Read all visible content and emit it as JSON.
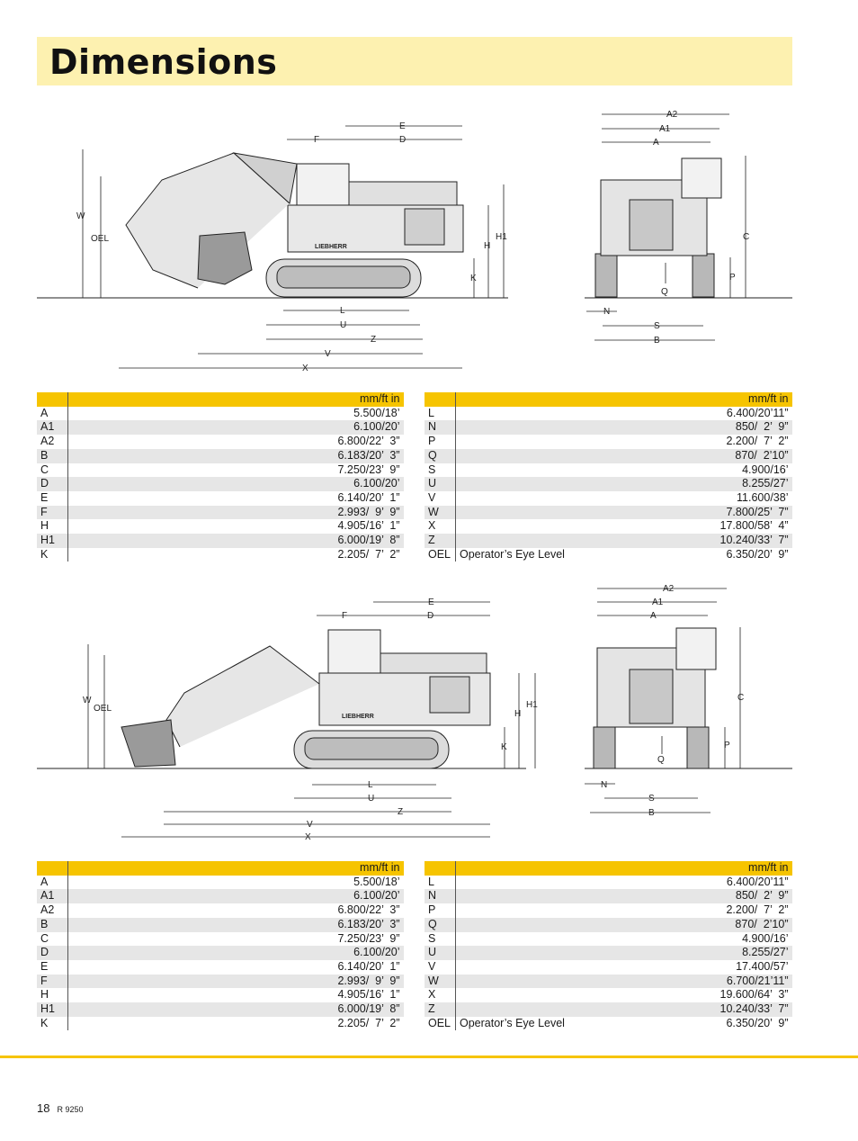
{
  "page_title": "Dimensions",
  "drawing_labels": [
    "A2",
    "A1",
    "A",
    "C",
    "P",
    "Q",
    "N",
    "S",
    "B",
    "E",
    "F",
    "D",
    "W",
    "OEL",
    "H1",
    "H",
    "K",
    "L",
    "U",
    "Z",
    "V",
    "X"
  ],
  "brand_mark": "LIEBHERR",
  "tables": {
    "backhoe_left": {
      "unit_header": "mm/ft in",
      "rows": [
        {
          "key": "A",
          "desc": "",
          "value": "5.500/18’"
        },
        {
          "key": "A1",
          "desc": "",
          "value": "6.100/20’"
        },
        {
          "key": "A2",
          "desc": "",
          "value": "6.800/22’  3”"
        },
        {
          "key": "B",
          "desc": "",
          "value": "6.183/20’  3”"
        },
        {
          "key": "C",
          "desc": "",
          "value": "7.250/23’  9”"
        },
        {
          "key": "D",
          "desc": "",
          "value": "6.100/20’"
        },
        {
          "key": "E",
          "desc": "",
          "value": "6.140/20’  1”"
        },
        {
          "key": "F",
          "desc": "",
          "value": "2.993/  9’  9”"
        },
        {
          "key": "H",
          "desc": "",
          "value": "4.905/16’  1”"
        },
        {
          "key": "H1",
          "desc": "",
          "value": "6.000/19’  8”"
        },
        {
          "key": "K",
          "desc": "",
          "value": "2.205/  7’  2”"
        }
      ]
    },
    "backhoe_right": {
      "unit_header": "mm/ft in",
      "rows": [
        {
          "key": "L",
          "desc": "",
          "value": "6.400/20’11”"
        },
        {
          "key": "N",
          "desc": "",
          "value": "850/  2’  9”"
        },
        {
          "key": "P",
          "desc": "",
          "value": "2.200/  7’  2”"
        },
        {
          "key": "Q",
          "desc": "",
          "value": "870/  2’10”"
        },
        {
          "key": "S",
          "desc": "",
          "value": "4.900/16’"
        },
        {
          "key": "U",
          "desc": "",
          "value": "8.255/27’"
        },
        {
          "key": "V",
          "desc": "",
          "value": "11.600/38’"
        },
        {
          "key": "W",
          "desc": "",
          "value": "7.800/25’  7”"
        },
        {
          "key": "X",
          "desc": "",
          "value": "17.800/58’  4”"
        },
        {
          "key": "Z",
          "desc": "",
          "value": "10.240/33’  7”"
        },
        {
          "key": "OEL",
          "desc": "Operator’s Eye Level",
          "value": "6.350/20’  9”"
        }
      ]
    },
    "shovel_left": {
      "unit_header": "mm/ft in",
      "rows": [
        {
          "key": "A",
          "desc": "",
          "value": "5.500/18’"
        },
        {
          "key": "A1",
          "desc": "",
          "value": "6.100/20’"
        },
        {
          "key": "A2",
          "desc": "",
          "value": "6.800/22’  3”"
        },
        {
          "key": "B",
          "desc": "",
          "value": "6.183/20’  3”"
        },
        {
          "key": "C",
          "desc": "",
          "value": "7.250/23’  9”"
        },
        {
          "key": "D",
          "desc": "",
          "value": "6.100/20’"
        },
        {
          "key": "E",
          "desc": "",
          "value": "6.140/20’  1”"
        },
        {
          "key": "F",
          "desc": "",
          "value": "2.993/  9’  9”"
        },
        {
          "key": "H",
          "desc": "",
          "value": "4.905/16’  1”"
        },
        {
          "key": "H1",
          "desc": "",
          "value": "6.000/19’  8”"
        },
        {
          "key": "K",
          "desc": "",
          "value": "2.205/  7’  2”"
        }
      ]
    },
    "shovel_right": {
      "unit_header": "mm/ft in",
      "rows": [
        {
          "key": "L",
          "desc": "",
          "value": "6.400/20’11”"
        },
        {
          "key": "N",
          "desc": "",
          "value": "850/  2’  9”"
        },
        {
          "key": "P",
          "desc": "",
          "value": "2.200/  7’  2”"
        },
        {
          "key": "Q",
          "desc": "",
          "value": "870/  2’10”"
        },
        {
          "key": "S",
          "desc": "",
          "value": "4.900/16’"
        },
        {
          "key": "U",
          "desc": "",
          "value": "8.255/27’"
        },
        {
          "key": "V",
          "desc": "",
          "value": "17.400/57’"
        },
        {
          "key": "W",
          "desc": "",
          "value": "6.700/21’11”"
        },
        {
          "key": "X",
          "desc": "",
          "value": "19.600/64’  3”"
        },
        {
          "key": "Z",
          "desc": "",
          "value": "10.240/33’  7”"
        },
        {
          "key": "OEL",
          "desc": "Operator’s Eye Level",
          "value": "6.350/20’  9”"
        }
      ]
    }
  },
  "footer": {
    "page_number": "18",
    "model": "R 9250"
  }
}
